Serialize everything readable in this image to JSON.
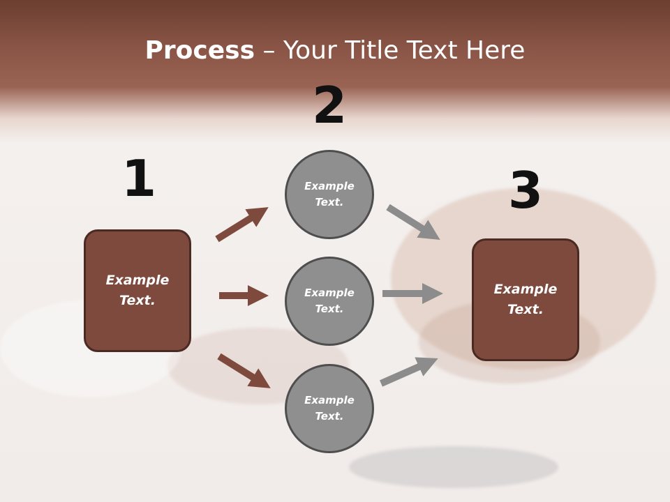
{
  "slide": {
    "title_bold": "Process",
    "title_rest": " – Your Title Text Here"
  },
  "steps": {
    "step1_number": "1",
    "step2_number": "2",
    "step3_number": "3"
  },
  "left_box": {
    "text": "Example\nText."
  },
  "right_box": {
    "text": "Example\nText."
  },
  "circles": [
    {
      "text": "Example\nText."
    },
    {
      "text": "Example\nText."
    },
    {
      "text": "Example\nText."
    }
  ],
  "colors": {
    "box_fill": "#7d4a3d",
    "circle_fill": "#8f8f8f",
    "left_arrows": "#7d4a3d",
    "right_arrows": "#8c8c8c",
    "header_band": "#8a5546"
  }
}
